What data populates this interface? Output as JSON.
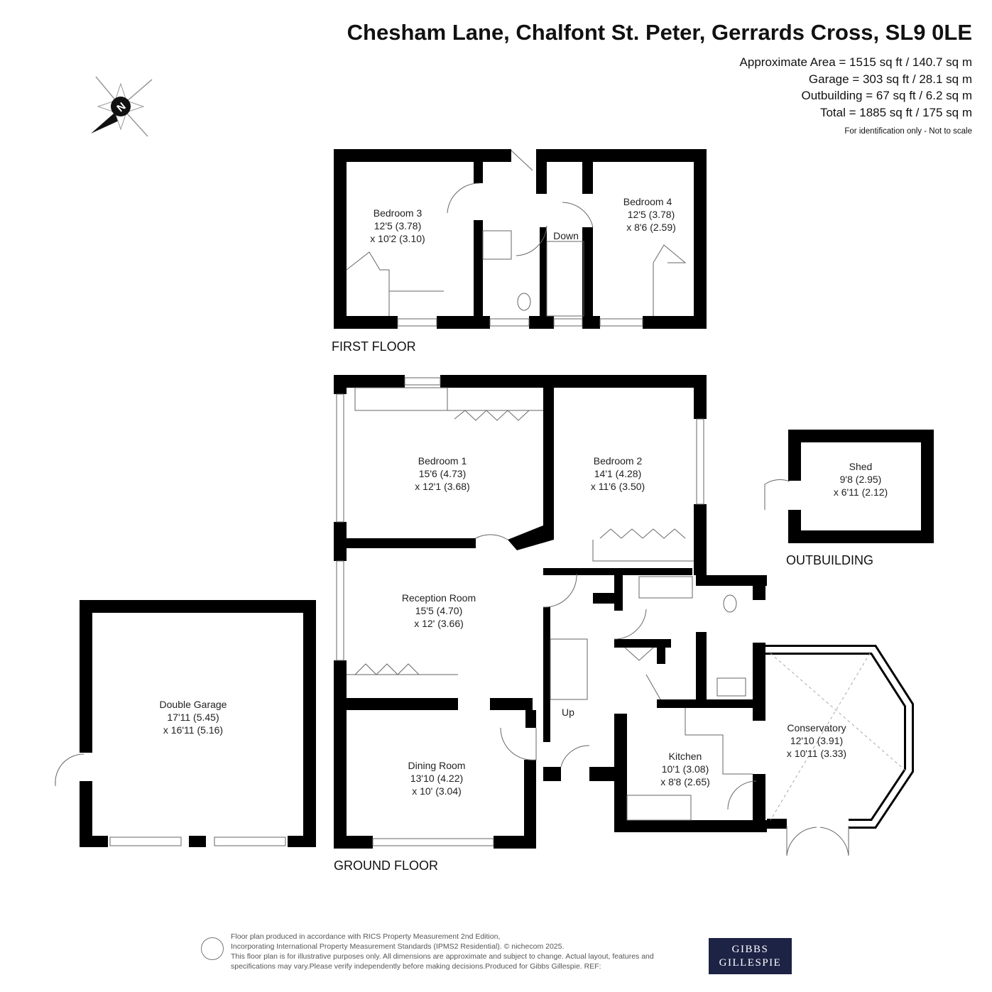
{
  "header": {
    "title": "Chesham Lane, Chalfont St. Peter, Gerrards Cross, SL9 0LE",
    "areas": [
      "Approximate Area = 1515 sq ft / 140.7 sq m",
      "Garage = 303 sq ft / 28.1 sq m",
      "Outbuilding = 67 sq ft / 6.2 sq m",
      "Total = 1885 sq ft / 175 sq m"
    ],
    "note": "For identification only - Not to scale"
  },
  "compass": {
    "letter": "N"
  },
  "floors": {
    "first": "FIRST FLOOR",
    "ground": "GROUND FLOOR",
    "outbuilding": "OUTBUILDING"
  },
  "rooms": {
    "bedroom3": [
      "Bedroom 3",
      "12'5 (3.78)",
      "x 10'2 (3.10)"
    ],
    "bedroom4": [
      "Bedroom 4",
      "12'5 (3.78)",
      "x 8'6 (2.59)"
    ],
    "down": "Down",
    "bedroom1": [
      "Bedroom 1",
      "15'6 (4.73)",
      "x 12'1 (3.68)"
    ],
    "bedroom2": [
      "Bedroom 2",
      "14'1 (4.28)",
      "x 11'6 (3.50)"
    ],
    "reception": [
      "Reception Room",
      "15'5 (4.70)",
      "x 12' (3.66)"
    ],
    "dining": [
      "Dining Room",
      "13'10 (4.22)",
      "x 10' (3.04)"
    ],
    "kitchen": [
      "Kitchen",
      "10'1 (3.08)",
      "x 8'8 (2.65)"
    ],
    "conservatory": [
      "Conservatory",
      "12'10 (3.91)",
      "x 10'11 (3.33)"
    ],
    "up": "Up",
    "garage": [
      "Double Garage",
      "17'11 (5.45)",
      "x 16'11 (5.16)"
    ],
    "shed": [
      "Shed",
      "9'8 (2.95)",
      "x 6'11 (2.12)"
    ]
  },
  "footer": {
    "lines": [
      "Floor plan produced in accordance with RICS Property Measurement 2nd Edition,",
      "Incorporating International Property Measurement Standards (IPMS2 Residential).   © nichecom 2025.",
      "This floor plan is for illustrative purposes only. All dimensions are approximate and subject to change. Actual layout, features and",
      "specifications may vary.Please verify independently before making decisions.Produced for Gibbs Gillespie.   REF:"
    ],
    "brand": [
      "GIBBS",
      "GILLESPIE"
    ]
  }
}
